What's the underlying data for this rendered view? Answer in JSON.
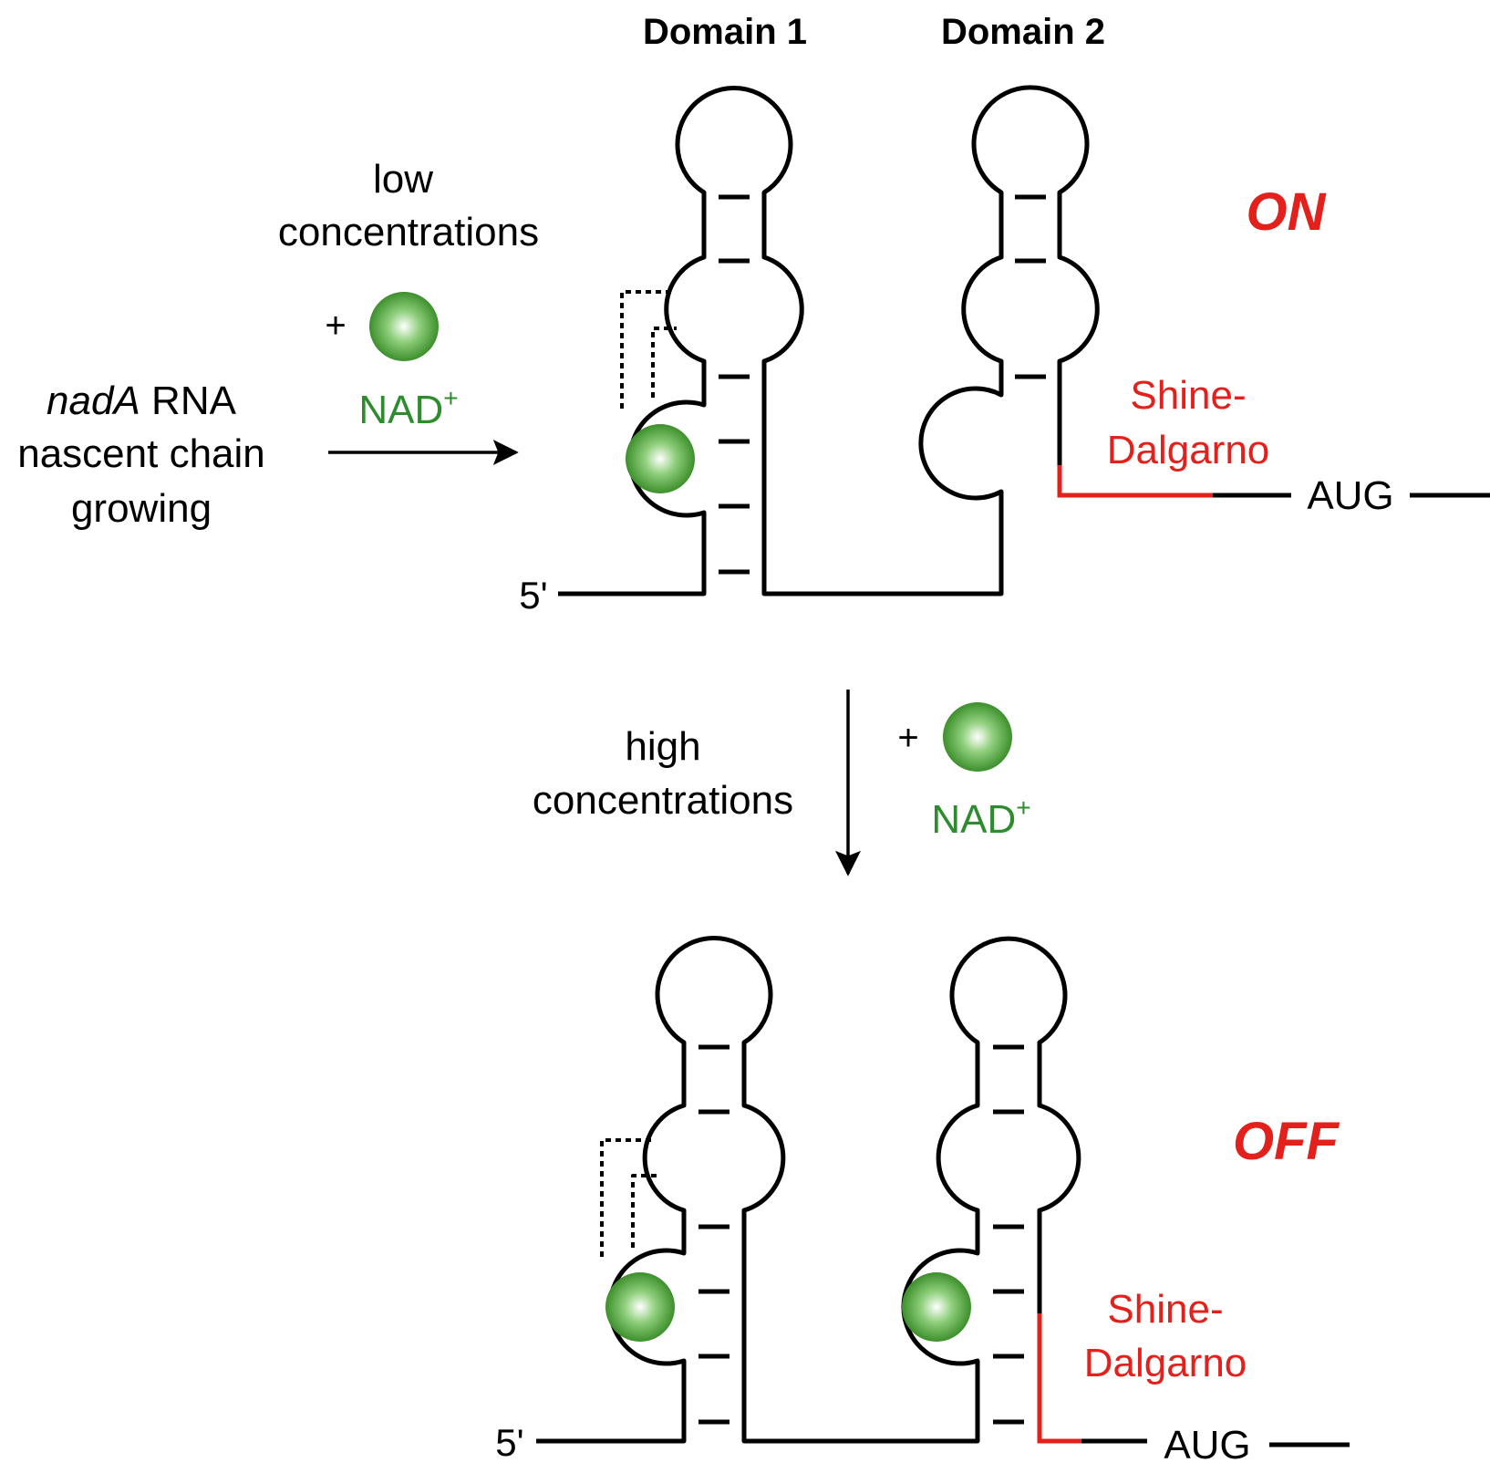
{
  "header": {
    "domain1": "Domain 1",
    "domain2": "Domain 2"
  },
  "left": {
    "rna_italic": "nadA",
    "rna_rest": " RNA",
    "line2": "nascent chain",
    "line3": "growing"
  },
  "low": {
    "line1": "low",
    "line2": "concentrations",
    "plus": "+",
    "ligand": "NAD",
    "charge": "+"
  },
  "high": {
    "line1": "high",
    "line2": "concentrations",
    "plus": "+",
    "ligand": "NAD",
    "charge": "+"
  },
  "top_state": {
    "status": "ON",
    "five_prime": "5'",
    "sd_line1": "Shine-",
    "sd_line2": "Dalgarno",
    "codon": "AUG"
  },
  "bottom_state": {
    "status": "OFF",
    "five_prime": "5'",
    "sd_line1": "Shine-",
    "sd_line2": "Dalgarno",
    "codon": "AUG"
  },
  "colors": {
    "stroke": "#000000",
    "red": "#e3201b",
    "green": "#2e8b2e",
    "ligand_light": "#ffffff",
    "ligand_dark": "#3d8f2c"
  }
}
